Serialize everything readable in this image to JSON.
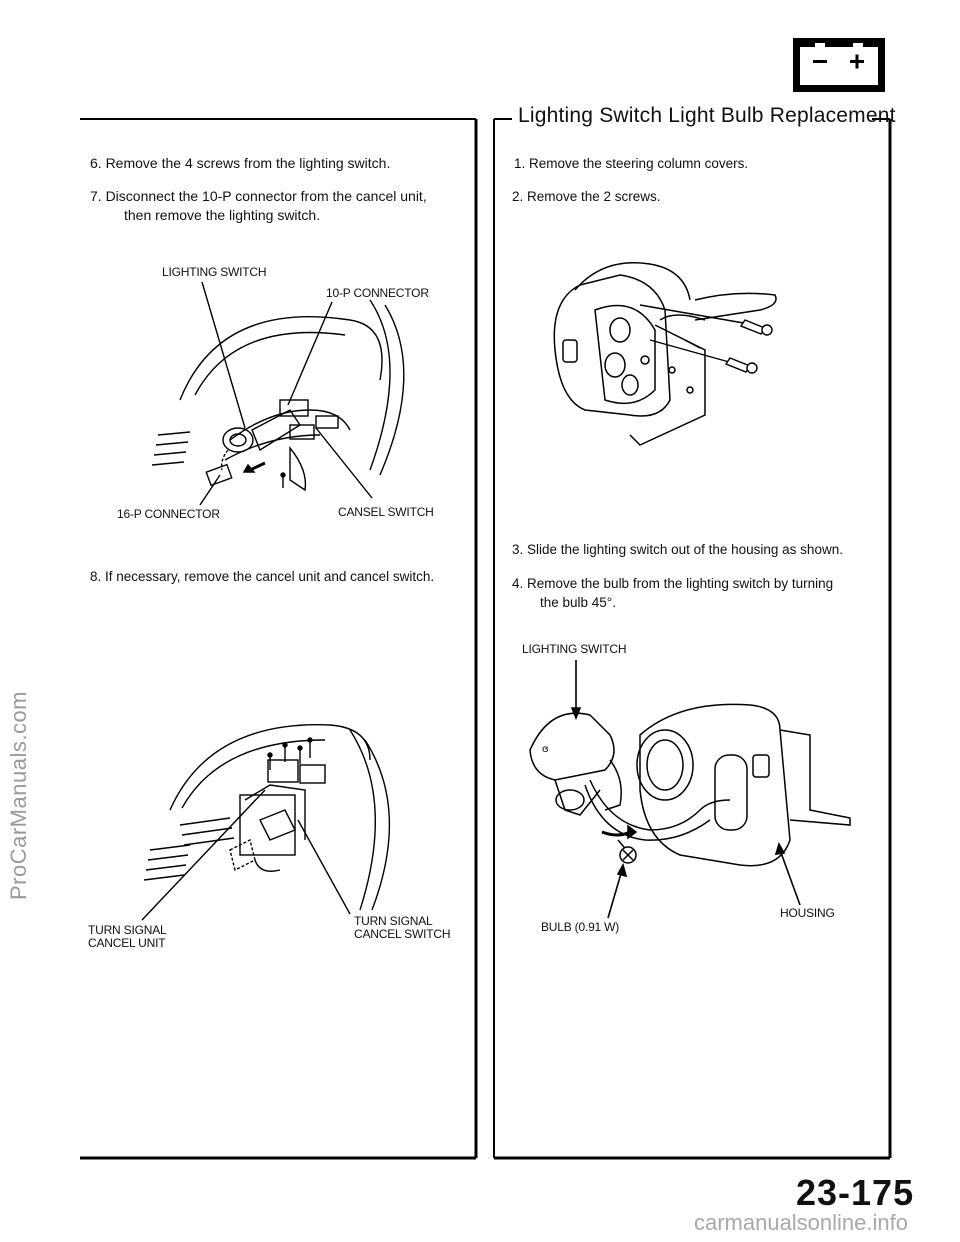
{
  "watermarks": {
    "left": "ProCarManuals.com",
    "bottom": "carmanualsonline.info"
  },
  "header": {
    "battery_icon": "battery-icon",
    "battery_minus": "–",
    "battery_plus": "+"
  },
  "left_column": {
    "steps": [
      {
        "text": "6.   Remove the 4 screws from the lighting switch."
      },
      {
        "text": "7.   Disconnect the 10-P connector from the cancel unit,"
      },
      {
        "text": "then remove the lighting switch."
      },
      {
        "text": "8.   If necessary, remove the cancel unit and cancel switch."
      }
    ],
    "figure1_labels": {
      "lighting_switch": "LIGHTING SWITCH",
      "connector_10p": "10-P CONNECTOR",
      "connector_16p": "16-P CONNECTOR",
      "cansel_switch": "CANSEL SWITCH"
    },
    "figure2_labels": {
      "turn_signal_cancel_unit_1": "TURN SIGNAL",
      "turn_signal_cancel_unit_2": "CANCEL UNIT",
      "turn_signal_cancel_switch_1": "TURN SIGNAL",
      "turn_signal_cancel_switch_2": "CANCEL SWITCH"
    }
  },
  "right_column": {
    "title": "Lighting Switch Light Bulb Replacement",
    "steps": [
      {
        "text": "1.   Remove the steering column covers."
      },
      {
        "text": "2.   Remove the 2 screws."
      },
      {
        "text": "3.   Slide the lighting switch out of the housing as shown."
      },
      {
        "text": "4.   Remove the bulb from the lighting switch by turning"
      },
      {
        "text": "the bulb 45°."
      }
    ],
    "figure2_labels": {
      "lighting_switch": "LIGHTING SWITCH",
      "bulb": "BULB (0.91 W)",
      "housing": "HOUSING"
    }
  },
  "footer": {
    "page_number": "23-175"
  }
}
